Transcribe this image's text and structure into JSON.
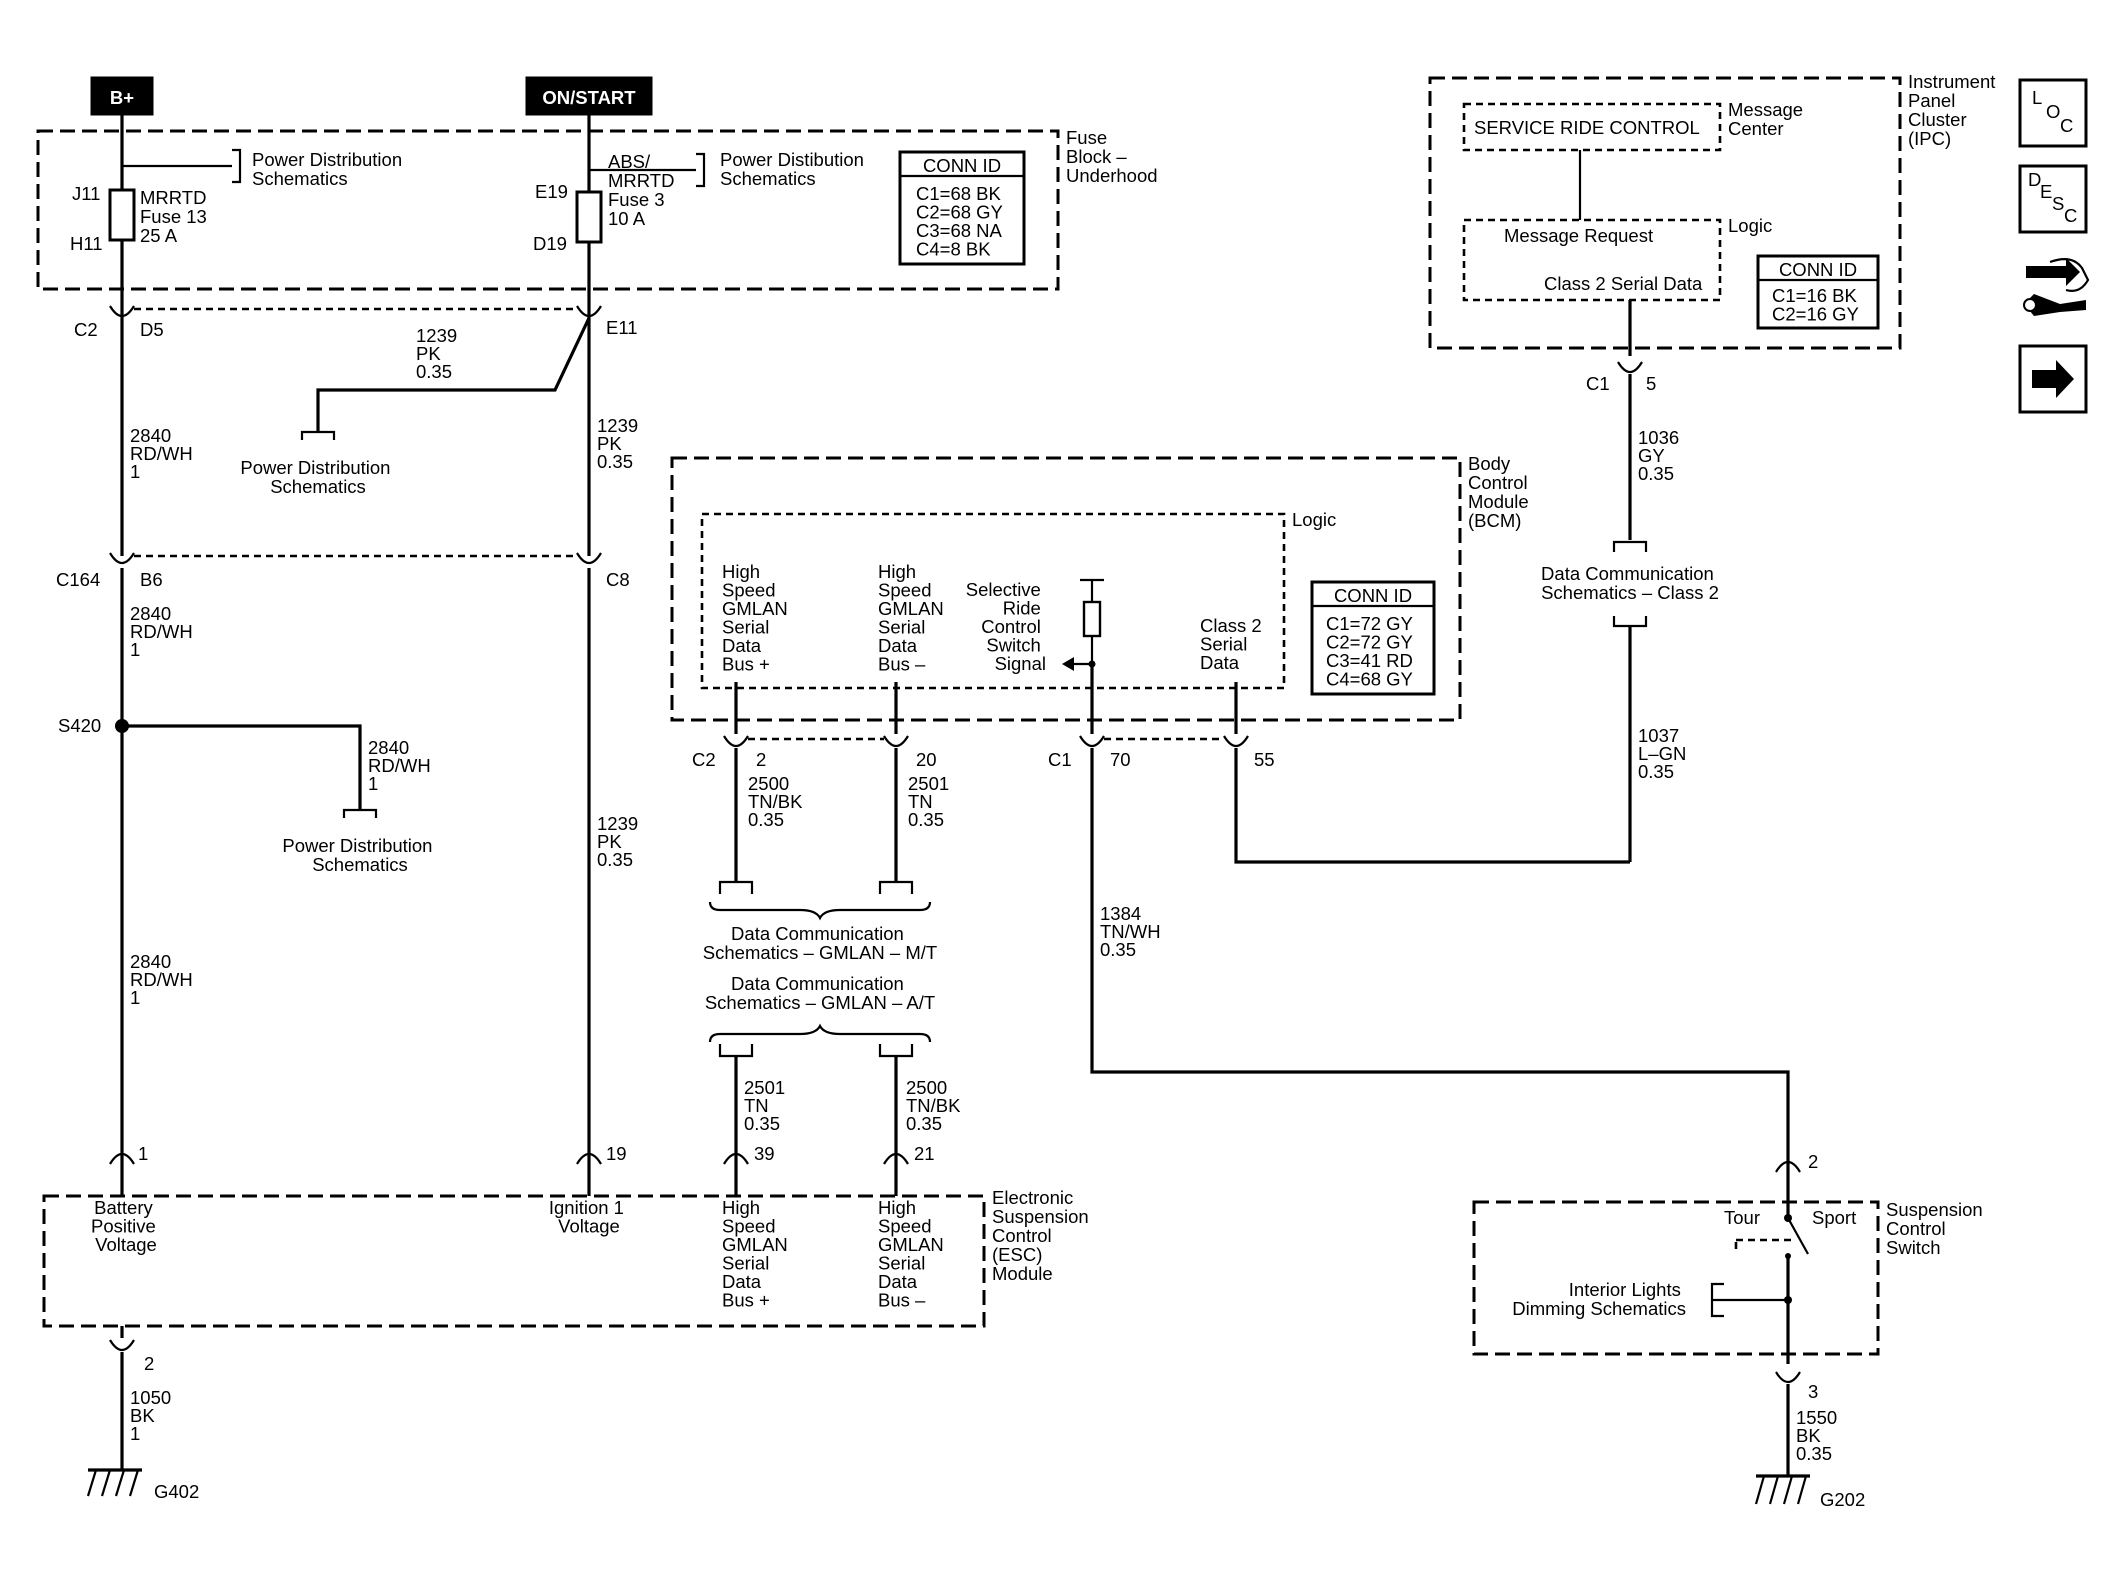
{
  "power_labels": {
    "b_plus": "B+",
    "on_start": "ON/START"
  },
  "fuse_block": {
    "name": [
      "Fuse",
      "Block –",
      "Underhood"
    ],
    "pd_left": [
      "Power Distribution",
      "Schematics"
    ],
    "pd_right": [
      "Power Distibution",
      "Schematics"
    ],
    "fuse_left": {
      "pin_top": "J11",
      "pin_bottom": "H11",
      "label": [
        "MRRTD",
        "Fuse 13",
        "25 A"
      ]
    },
    "fuse_right": {
      "pin_top": "E19",
      "pin_bottom": "D19",
      "label": [
        "ABS/",
        "MRRTD",
        "Fuse 3",
        "10 A"
      ]
    },
    "conn_id_title": "CONN ID",
    "conn_id": [
      "C1=68 BK",
      "C2=68 GY",
      "C3=68 NA",
      "C4=8 BK"
    ]
  },
  "connectors": {
    "c2": "C2",
    "d5": "D5",
    "e11": "E11",
    "c164": "C164",
    "b6": "B6",
    "c8": "C8",
    "s420": "S420",
    "bcm_c2": "C2",
    "bcm_c2_p2": "2",
    "bcm_c2_p20": "20",
    "bcm_c1": "C1",
    "bcm_c1_p70": "70",
    "bcm_c1_p55": "55",
    "ipc_c1": "C1",
    "ipc_p5": "5",
    "esc_p1": "1",
    "esc_p19": "19",
    "esc_p39": "39",
    "esc_p21": "21",
    "esc_p2": "2",
    "scs_p2": "2",
    "scs_p3": "3"
  },
  "wires": {
    "w1239_top": [
      "1239",
      "PK",
      "0.35"
    ],
    "w2840_a": [
      "2840",
      "RD/WH",
      "1"
    ],
    "w1239_mid": [
      "1239",
      "PK",
      "0.35"
    ],
    "w2840_b": [
      "2840",
      "RD/WH",
      "1"
    ],
    "w2840_branch": [
      "2840",
      "RD/WH",
      "1"
    ],
    "w1239_low": [
      "1239",
      "PK",
      "0.35"
    ],
    "w2840_c": [
      "2840",
      "RD/WH",
      "1"
    ],
    "w2500_top": [
      "2500",
      "TN/BK",
      "0.35"
    ],
    "w2501_top": [
      "2501",
      "TN",
      "0.35"
    ],
    "w1384": [
      "1384",
      "TN/WH",
      "0.35"
    ],
    "w1036": [
      "1036",
      "GY",
      "0.35"
    ],
    "w1037": [
      "1037",
      "L–GN",
      "0.35"
    ],
    "w2501_bot": [
      "2501",
      "TN",
      "0.35"
    ],
    "w2500_bot": [
      "2500",
      "TN/BK",
      "0.35"
    ],
    "w1050": [
      "1050",
      "BK",
      "1"
    ],
    "w1550": [
      "1550",
      "BK",
      "0.35"
    ]
  },
  "power_dist_left": [
    "Power Distribution",
    "Schematics"
  ],
  "power_dist_s420": [
    "Power Distribution",
    "Schematics"
  ],
  "ipc": {
    "name": [
      "Instrument",
      "Panel",
      "Cluster",
      "(IPC)"
    ],
    "message_box": "SERVICE RIDE CONTROL",
    "message_center": [
      "Message",
      "Center"
    ],
    "message_request": "Message Request",
    "class2": "Class 2 Serial Data",
    "logic": "Logic",
    "conn_id_title": "CONN ID",
    "conn_id": [
      "C1=16 BK",
      "C2=16 GY"
    ]
  },
  "bcm": {
    "name": [
      "Body",
      "Control",
      "Module",
      "(BCM)"
    ],
    "logic": "Logic",
    "hs_plus": [
      "High",
      "Speed",
      "GMLAN",
      "Serial",
      "Data",
      "Bus +"
    ],
    "hs_minus": [
      "High",
      "Speed",
      "GMLAN",
      "Serial",
      "Data",
      "Bus –"
    ],
    "selective": [
      "Selective",
      "Ride",
      "Control",
      "Switch",
      "Signal"
    ],
    "class2": [
      "Class 2",
      "Serial",
      "Data"
    ],
    "conn_id_title": "CONN ID",
    "conn_id": [
      "C1=72 GY",
      "C2=72 GY",
      "C3=41 RD",
      "C4=68 GY"
    ]
  },
  "data_comm": {
    "class2": [
      "Data Communication",
      "Schematics – Class 2"
    ],
    "mt": [
      "Data Communication",
      "Schematics – GMLAN – M/T"
    ],
    "at": [
      "Data Communication",
      "Schematics – GMLAN – A/T"
    ]
  },
  "esc": {
    "name": [
      "Electronic",
      "Suspension",
      "Control",
      "(ESC)",
      "Module"
    ],
    "battery": [
      "Battery",
      "Positive",
      "Voltage"
    ],
    "ignition": [
      "Ignition 1",
      "Voltage"
    ],
    "hs_plus": [
      "High",
      "Speed",
      "GMLAN",
      "Serial",
      "Data",
      "Bus +"
    ],
    "hs_minus": [
      "High",
      "Speed",
      "GMLAN",
      "Serial",
      "Data",
      "Bus –"
    ]
  },
  "switch": {
    "name": [
      "Suspension",
      "Control",
      "Switch"
    ],
    "tour": "Tour",
    "sport": "Sport",
    "dimming": [
      "Interior Lights",
      "Dimming Schematics"
    ]
  },
  "grounds": {
    "g402": "G402",
    "g202": "G202"
  },
  "legend_icons": {
    "loc": {
      "l": "L",
      "o": "O",
      "c": "C"
    },
    "desc": {
      "d": "D",
      "e": "E",
      "s": "S",
      "c": "C"
    }
  }
}
